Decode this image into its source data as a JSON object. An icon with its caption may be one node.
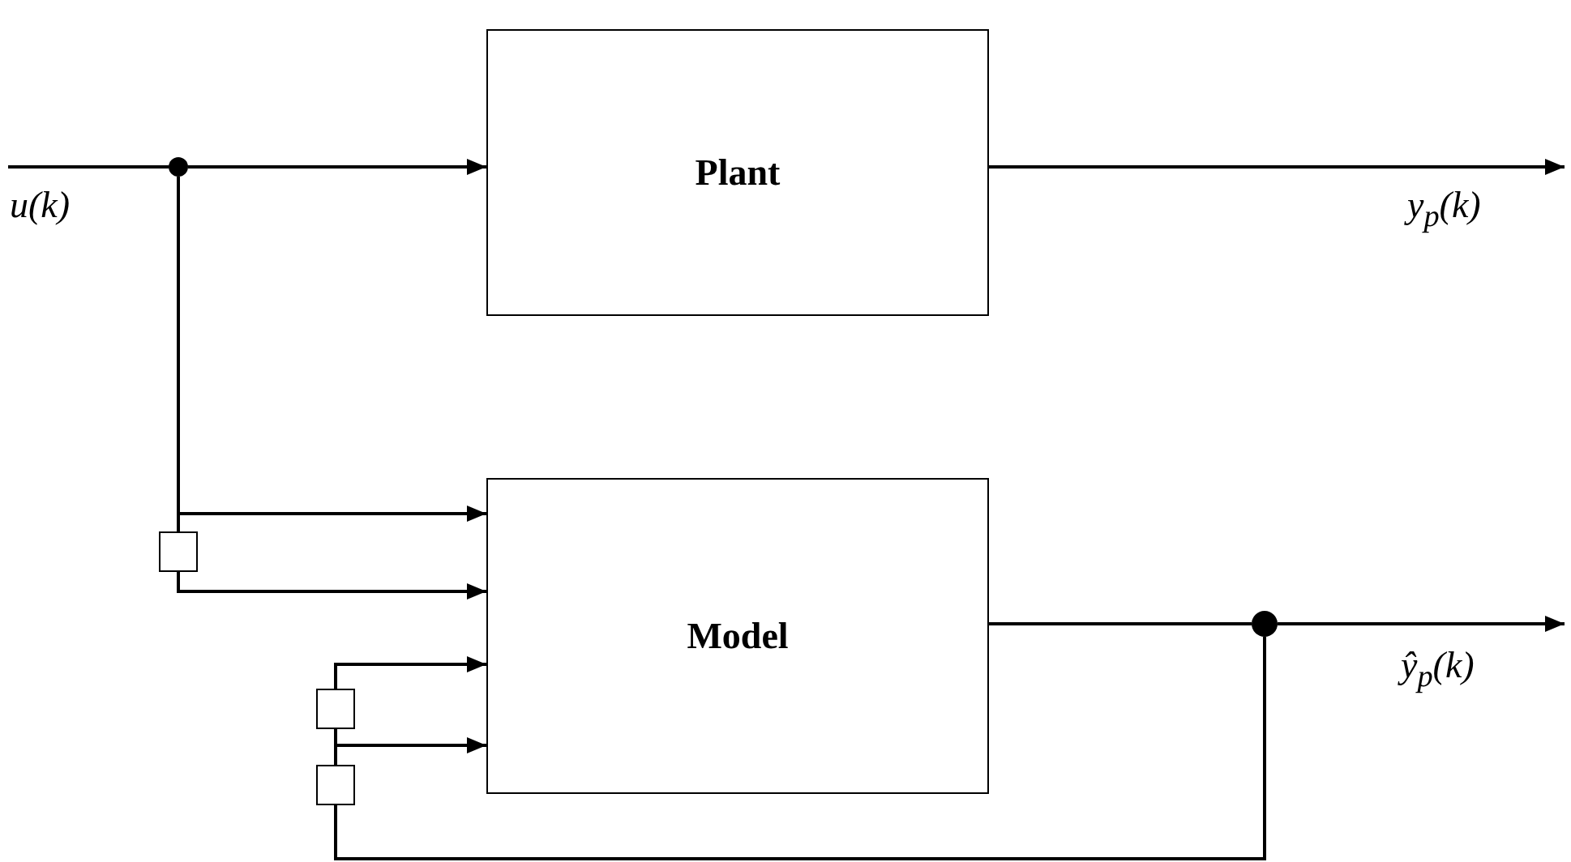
{
  "diagram": {
    "nodes": [
      {
        "text": [
          "Plant"
        ]
      },
      {
        "text": [
          "Model"
        ]
      },
      {
        "text": [],
        "shape": "circle"
      },
      {
        "text": [],
        "shape": "box"
      },
      {
        "text": [],
        "shape": "circle"
      },
      {
        "text": [],
        "shape": "box"
      },
      {
        "text": [],
        "shape": "box"
      }
    ],
    "edges": [
      {
        "from": null,
        "to": 2,
        "arrow": "none"
      },
      {
        "from": 2,
        "to": 0,
        "arrow": "to"
      },
      {
        "from": 0,
        "to": null,
        "arrow": "to"
      },
      {
        "from": 2,
        "to": 1,
        "arrow": "to"
      },
      {
        "from": 2,
        "to": 3,
        "arrow": "none"
      },
      {
        "from": 3,
        "to": 1,
        "arrow": "to"
      },
      {
        "from": 1,
        "to": 4,
        "arrow": "none"
      },
      {
        "from": 4,
        "to": null,
        "arrow": "to"
      },
      {
        "from": 4,
        "to": 6,
        "arrow": "none"
      },
      {
        "from": 6,
        "to": 1,
        "arrow": "to"
      },
      {
        "from": 6,
        "to": 5,
        "arrow": "none"
      },
      {
        "from": 5,
        "to": 1,
        "arrow": "to"
      }
    ],
    "labels": [
      "u(k)",
      "y$_{p}$(k)",
      "ŷ$_{p}$(k)"
    ]
  }
}
